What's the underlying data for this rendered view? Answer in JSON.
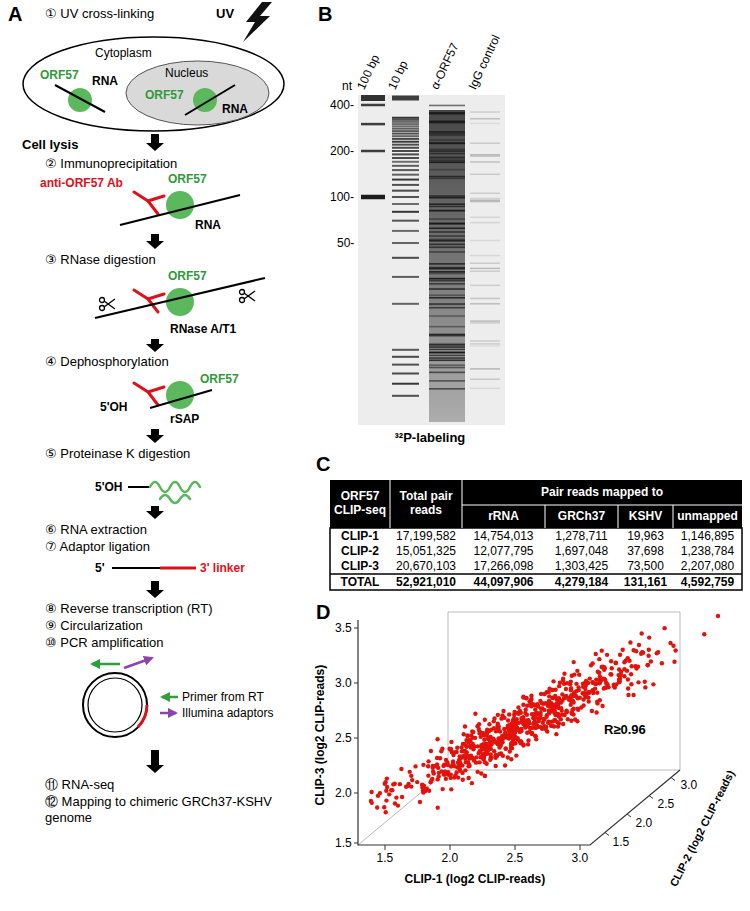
{
  "diagram": {
    "nodes": [
      {
        "text": [
          "Cytoplasm"
        ]
      },
      {
        "text": [
          "Nucleus"
        ],
        "in": 0
      }
    ],
    "labels": [
      "A",
      "① UV cross-linking",
      "UV",
      "ORF57",
      "RNA",
      "ORF57",
      "RNA",
      "Cell lysis",
      "② Immunoprecipitation",
      "anti-ORF57 Ab",
      "ORF57",
      "RNA",
      "③ RNase digestion",
      "ORF57",
      "RNase A/T1",
      "④ Dephosphorylation",
      "ORF57",
      "5'OH",
      "rSAP",
      "⑤ Proteinase K digestion",
      "5'OH",
      "⑥ RNA extraction",
      "⑦ Adaptor ligation",
      "5'",
      "3' linker",
      "⑧ Reverse transcription (RT)",
      "⑨ Circularization",
      "⑩ PCR amplification",
      "⑪ RNA-seq",
      "⑫ Mapping to chimeric GRCh37-KSHV genome",
      "B",
      "100 bp",
      "10 bp",
      "α-ORF57",
      "IgG control",
      "nt",
      "400-",
      "200-",
      "100-",
      "50-",
      "³²P-labeling",
      "C",
      "ORF57 CLIP-seq",
      "Total pair reads",
      "Pair reads mapped to",
      "rRNA",
      "GRCh37",
      "KSHV",
      "unmapped",
      "CLIP-1",
      "17,199,582",
      "14,754,013",
      "1,278,711",
      "19,963",
      "1,146,895",
      "CLIP-2",
      "15,051,325",
      "12,077,795",
      "1,697,048",
      "37,698",
      "1,238,784",
      "CLIP-3",
      "20,670,103",
      "17,266,098",
      "1,303,425",
      "73,500",
      "2,207,080",
      "TOTAL",
      "52,921,010",
      "44,097,906",
      "4,279,184",
      "131,161",
      "4,592,759",
      "D",
      "3.5",
      "3.0",
      "2.5",
      "2.0",
      "1.5",
      "CLIP-3 (log2 CLIP-reads)",
      "1.5",
      "2.0",
      "2.5",
      "3.0",
      "CLIP-1 (log2 CLIP-reads)",
      "1.5",
      "2.0",
      "2.5",
      "3.0",
      "CLIP-2 (log2 CLIP-reads)",
      "R≥0.96"
    ],
    "legend": [
      {
        "text": "Primer from RT"
      },
      {
        "text": "Illumina adaptors"
      }
    ]
  }
}
